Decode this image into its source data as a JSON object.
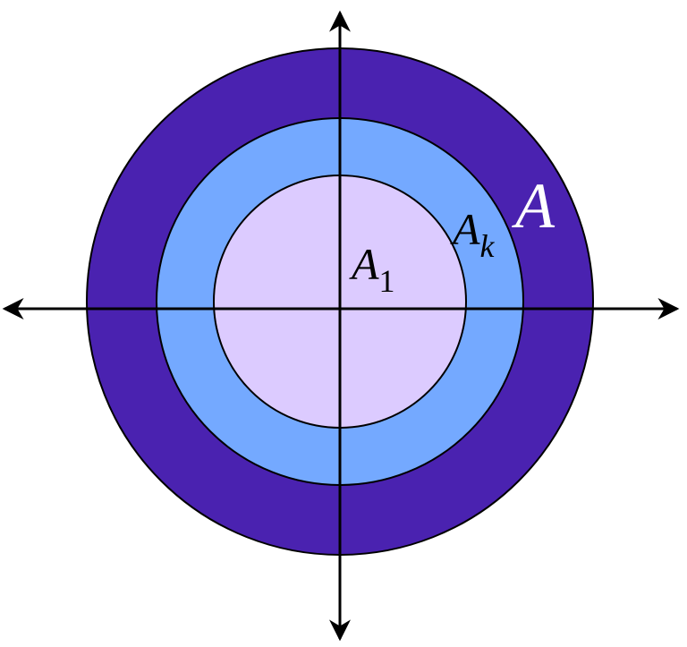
{
  "labels": {
    "outer": "A",
    "middle_base": "A",
    "middle_sub": "k",
    "inner_base": "A",
    "inner_sub": "1"
  },
  "colors": {
    "outer": "#4a22b0",
    "middle": "#74a9ff",
    "inner": "#dccbff",
    "outer_label": "#ffffff",
    "stroke": "#000000"
  }
}
